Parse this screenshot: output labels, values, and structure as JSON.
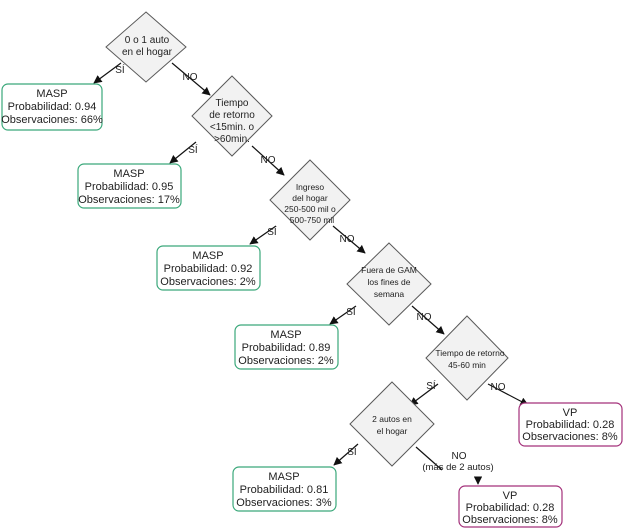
{
  "decisions": [
    {
      "lines": [
        "0 o 1 auto",
        "en el hogar"
      ]
    },
    {
      "lines": [
        "Tiempo",
        "de retorno",
        "<15min. o",
        ">60min."
      ]
    },
    {
      "lines": [
        "Ingreso",
        "del hogar",
        "250-500 mil o",
        "500-750 mil"
      ]
    },
    {
      "lines": [
        "Fuera de GAM",
        "los fines de",
        "semana"
      ]
    },
    {
      "lines": [
        "Tiempo de retorno",
        "45-60 min"
      ]
    },
    {
      "lines": [
        "2 autos en",
        "el hogar"
      ]
    }
  ],
  "outcomes": [
    {
      "title": "MASP",
      "prob": "Probabilidad: 0.94",
      "obs": "Observaciones: 66%"
    },
    {
      "title": "MASP",
      "prob": "Probabilidad: 0.95",
      "obs": "Observaciones: 17%"
    },
    {
      "title": "MASP",
      "prob": "Probabilidad: 0.92",
      "obs": "Observaciones: 2%"
    },
    {
      "title": "MASP",
      "prob": "Probabilidad: 0.89",
      "obs": "Observaciones: 2%"
    },
    {
      "title": "VP",
      "prob": "Probabilidad: 0.28",
      "obs": "Observaciones: 8%"
    },
    {
      "title": "MASP",
      "prob": "Probabilidad: 0.81",
      "obs": "Observaciones: 3%"
    },
    {
      "title": "VP",
      "prob": "Probabilidad: 0.28",
      "obs": "Observaciones: 8%"
    }
  ],
  "labels": {
    "yes": "SÍ",
    "no": "NO",
    "no_last_line1": "NO",
    "no_last_line2": "(más de 2 autos)"
  },
  "colors": {
    "masp_border": "#3aa87a",
    "vp_border": "#a3307a",
    "diamond_fill": "#f2f2f2"
  }
}
